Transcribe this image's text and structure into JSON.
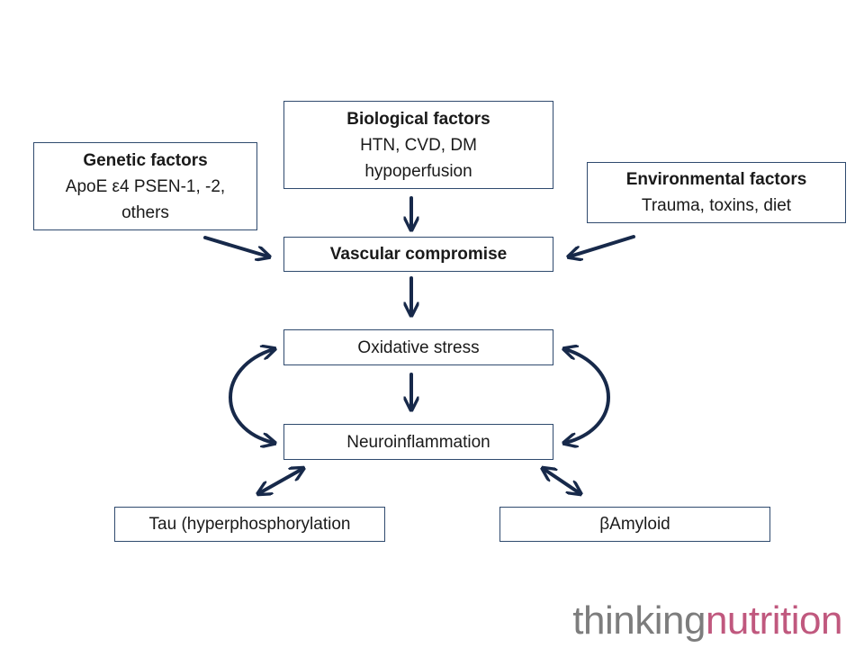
{
  "boxes": {
    "biological": {
      "title": "Biological factors",
      "line1": "HTN, CVD, DM",
      "line2": "hypoperfusion"
    },
    "genetic": {
      "title": "Genetic factors",
      "line1": "ApoE ε4 PSEN-1, -2,",
      "line2": "others"
    },
    "environmental": {
      "title": "Environmental factors",
      "line1": "Trauma, toxins, diet"
    },
    "vascular": {
      "label": "Vascular compromise"
    },
    "oxidative": {
      "label": "Oxidative stress"
    },
    "neuroinflammation": {
      "label": "Neuroinflammation"
    },
    "tau": {
      "label": "Tau (hyperphosphorylation"
    },
    "amyloid": {
      "label": "βAmyloid"
    }
  },
  "logo": {
    "part1": "thinking",
    "part2": "nutrition"
  },
  "colors": {
    "arrow": "#17294a",
    "box_border": "#2f4a6e",
    "logo_grey": "#7d7d7d",
    "logo_pink": "#c0587e"
  }
}
